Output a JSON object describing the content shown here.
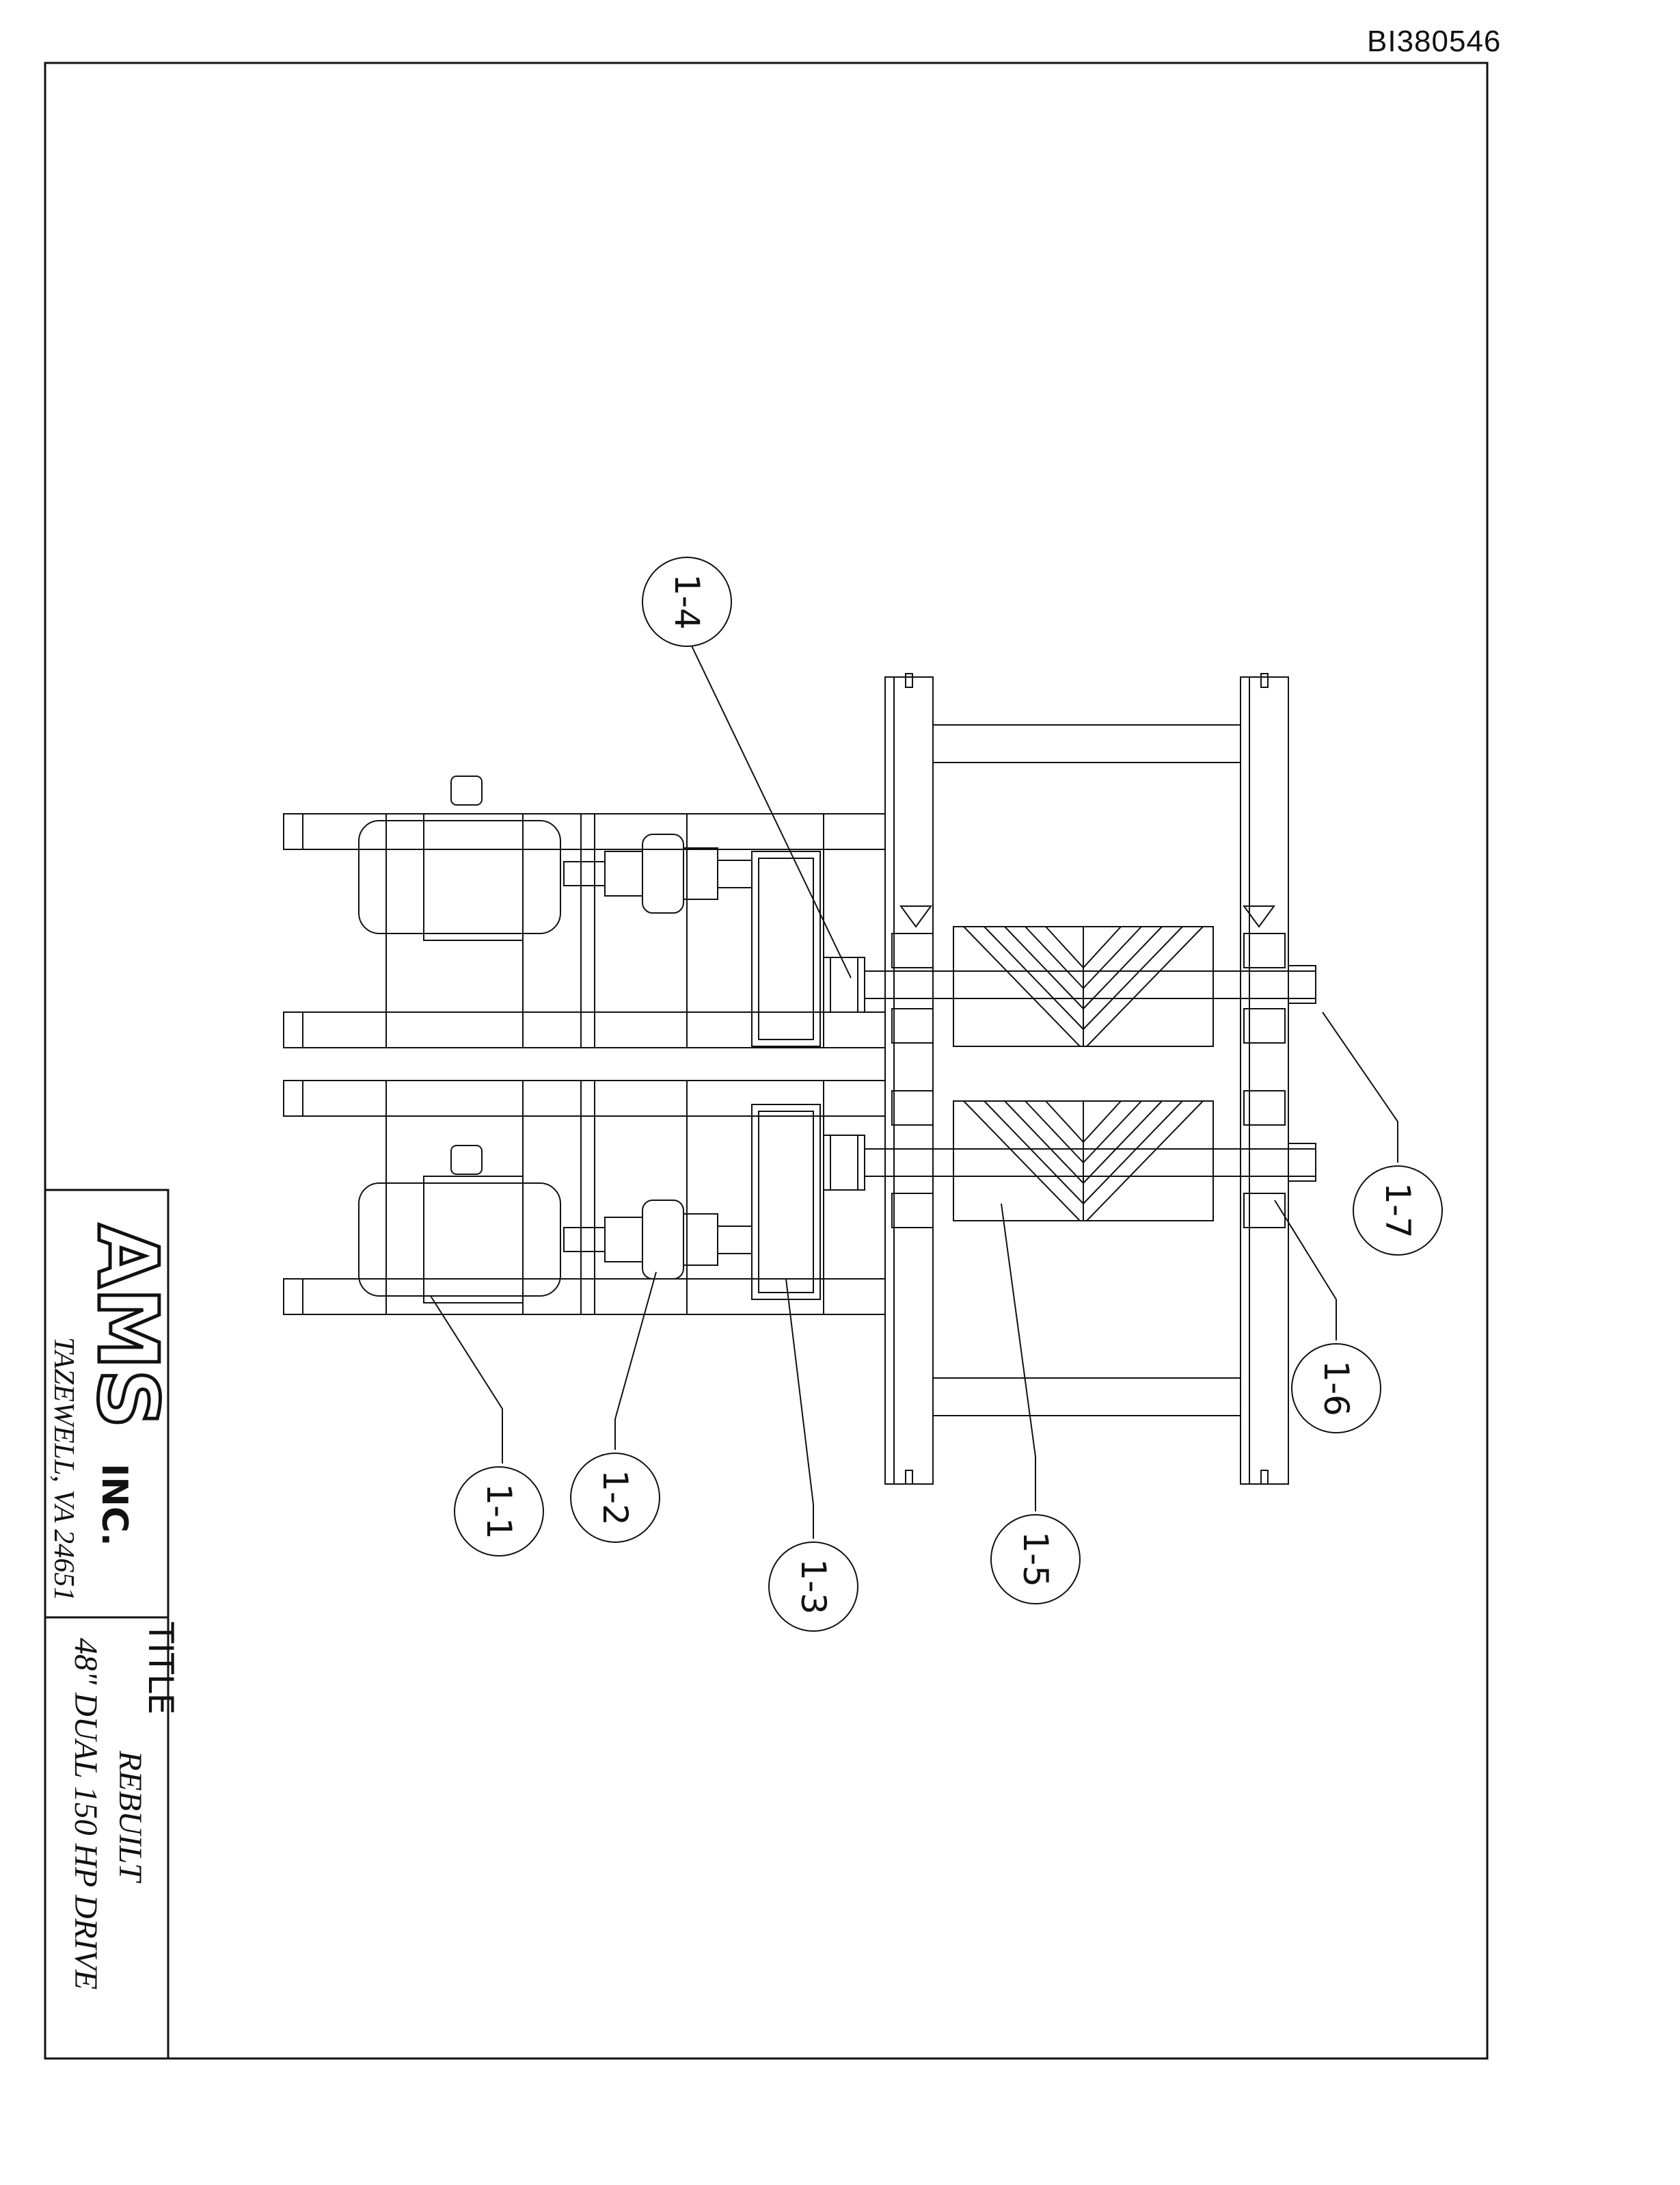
{
  "doc_id": "BI380546",
  "title_block": {
    "company_logo": "AMS",
    "company_suffix": "INC.",
    "location": "TAZEWELL, VA 24651",
    "title_caption": "TITLE",
    "title_line1": "REBUILT",
    "title_line2": "48\" DUAL 150 HP DRIVE"
  },
  "callouts": [
    "1-1",
    "1-2",
    "1-3",
    "1-4",
    "1-5",
    "1-6",
    "1-7"
  ]
}
